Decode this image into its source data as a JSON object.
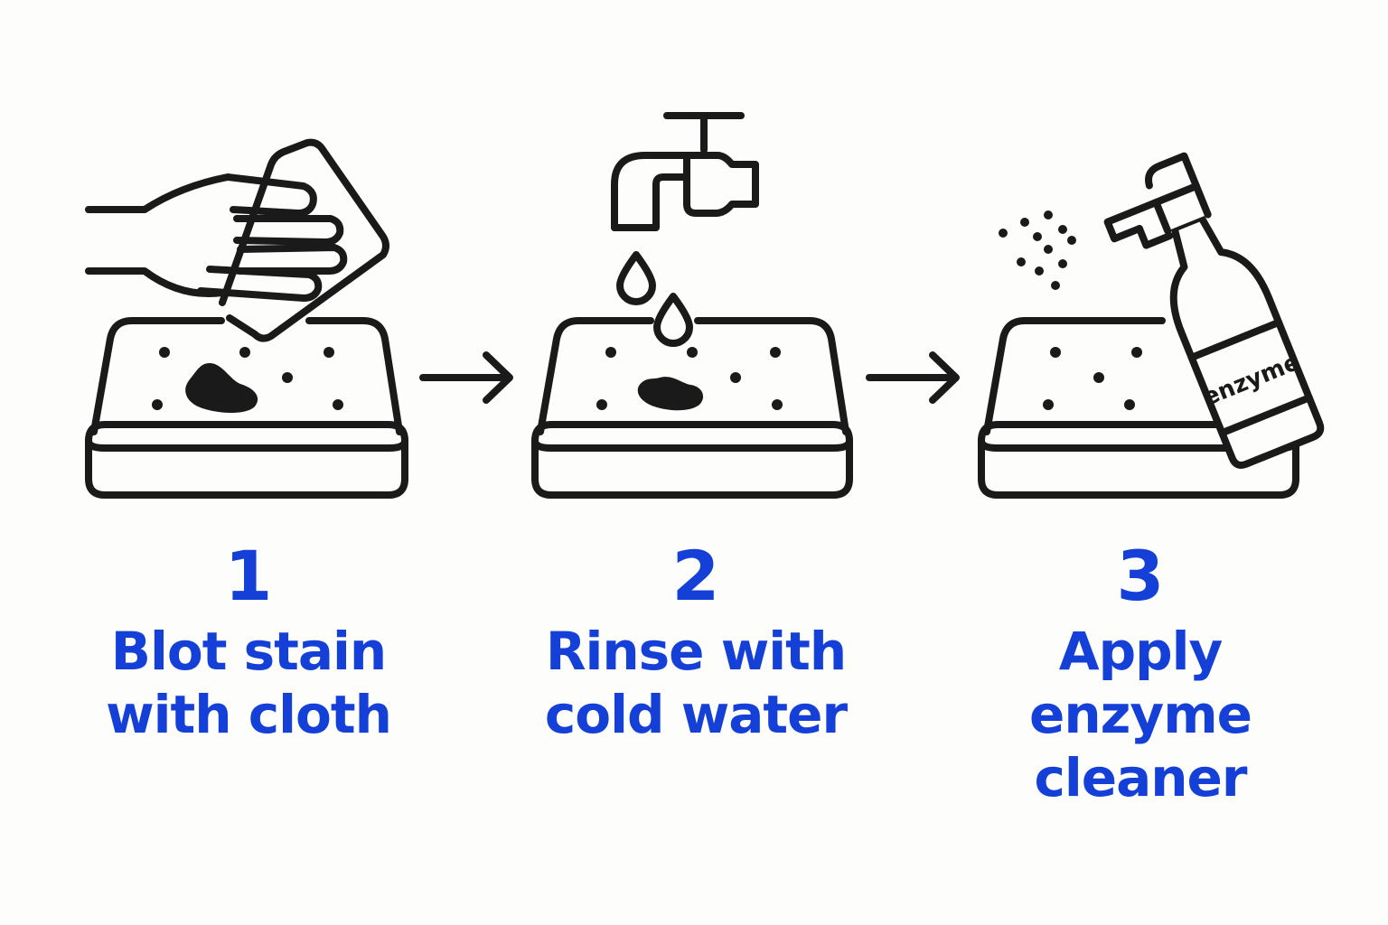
{
  "colors": {
    "ink": "#1a1a1a",
    "accent": "#1440d8",
    "background": "#fdfdfb"
  },
  "steps": [
    {
      "number": "1",
      "lines": [
        "Blot stain",
        "with cloth"
      ],
      "icon": "hand-blotting-icon"
    },
    {
      "number": "2",
      "lines": [
        "Rinse with",
        "cold water"
      ],
      "icon": "faucet-icon"
    },
    {
      "number": "3",
      "lines": [
        "Apply",
        "enzyme",
        "cleaner"
      ],
      "icon": "spray-bottle-icon"
    }
  ],
  "bottle_label": "enzyme"
}
